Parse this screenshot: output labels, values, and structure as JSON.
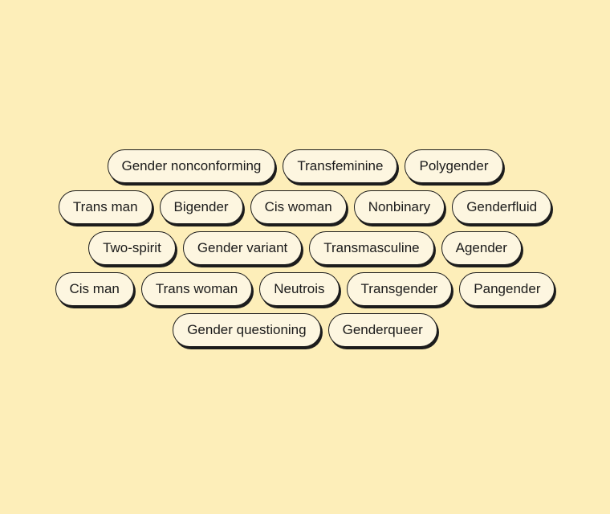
{
  "colors": {
    "background": "#fdeeb9",
    "pill_fill": "#fdf6e0",
    "pill_border": "#1c1c1c"
  },
  "rows": [
    [
      "Gender nonconforming",
      "Transfeminine",
      "Polygender"
    ],
    [
      "Trans man",
      "Bigender",
      "Cis woman",
      "Nonbinary",
      "Genderfluid"
    ],
    [
      "Two-spirit",
      "Gender variant",
      "Transmasculine",
      "Agender"
    ],
    [
      "Cis man",
      "Trans woman",
      "Neutrois",
      "Transgender",
      "Pangender"
    ],
    [
      "Gender questioning",
      "Genderqueer"
    ]
  ]
}
